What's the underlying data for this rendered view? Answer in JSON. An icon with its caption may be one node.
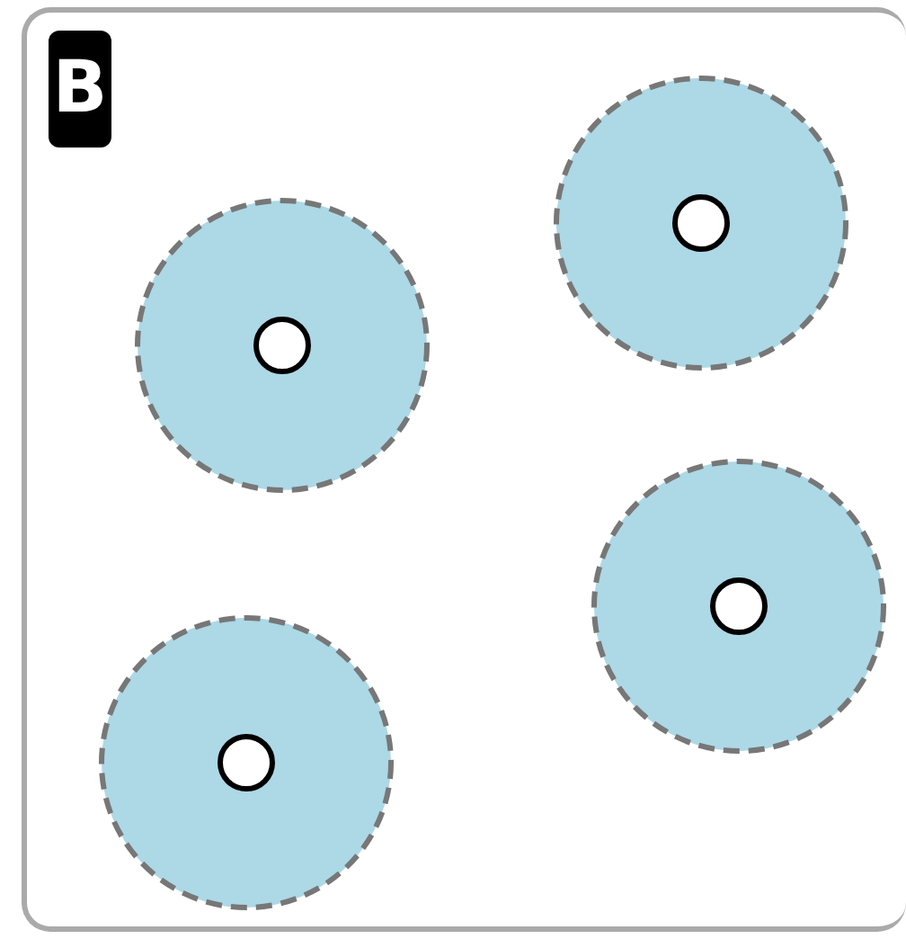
{
  "diagram": {
    "nodes": [
      {
        "text": [],
        "shape": "circle"
      },
      {
        "text": [],
        "shape": "circle",
        "in": 0
      },
      {
        "text": [],
        "shape": "circle"
      },
      {
        "text": [],
        "shape": "circle",
        "in": 2
      },
      {
        "text": [],
        "shape": "circle"
      },
      {
        "text": [],
        "shape": "circle",
        "in": 4
      },
      {
        "text": [],
        "shape": "circle"
      },
      {
        "text": [],
        "shape": "circle",
        "in": 6
      }
    ],
    "labels": [
      "B"
    ]
  }
}
